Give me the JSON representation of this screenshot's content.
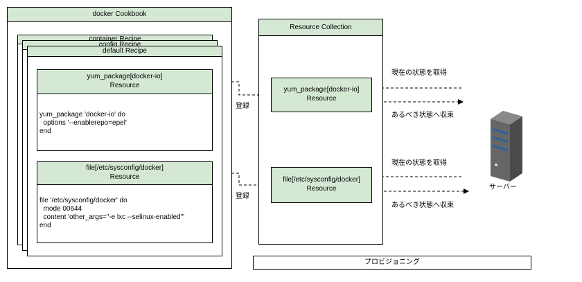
{
  "cookbook": {
    "title": "docker Cookbook",
    "stacked_recipes": [
      "container Recipe",
      "config Recipe"
    ],
    "recipe_title": "default Recipe",
    "resources": [
      {
        "header_line1": "yum_package[docker-io]",
        "header_line2": "Resource",
        "code": "yum_package 'docker-io' do\n  options '--enablerepo=epel'\nend"
      },
      {
        "header_line1": "file[/etc/sysconfig/docker]",
        "header_line2": "Resource",
        "code": "file '/etc/sysconfig/docker' do\n  mode 00644\n  content 'other_args=\"-e lxc --selinux-enabled\"'\nend"
      }
    ]
  },
  "collection": {
    "title": "Resource Collection",
    "items": [
      {
        "line1": "yum_package[docker-io]",
        "line2": "Resource"
      },
      {
        "line1": "file[/etc/sysconfig/docker]",
        "line2": "Resource"
      }
    ]
  },
  "labels": {
    "register": "登録",
    "get_current_state": "現在の状態を取得",
    "converge": "あるべき状態へ収束",
    "server": "サーバー",
    "provisioning": "プロビジョニング"
  },
  "colors": {
    "header_fill": "#d5e8d4",
    "server_stripe": "#2f5f9e",
    "server_body": "#5a5a5a"
  },
  "icons": [
    "server-icon"
  ]
}
